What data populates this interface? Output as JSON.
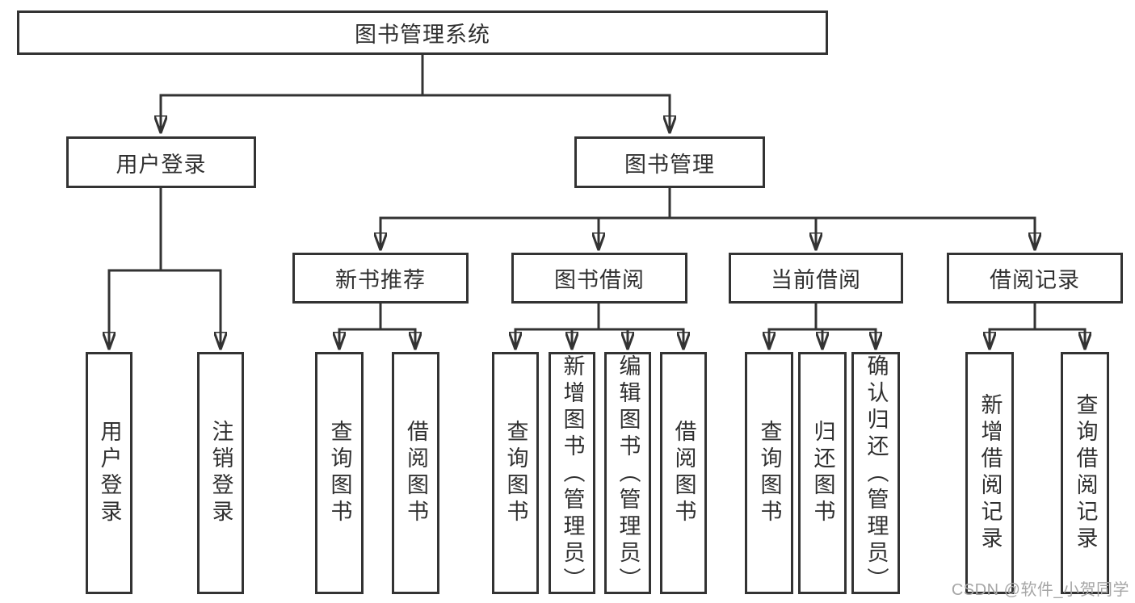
{
  "colors": {
    "line": "#333333",
    "box_border": "#333333",
    "text": "#303030",
    "watermark": "#a6a6a6",
    "background": "#ffffff"
  },
  "watermark": {
    "text": "CSDN @软件_小贺同学"
  },
  "tree": {
    "root": {
      "label": "图书管理系统"
    },
    "branches": [
      {
        "label": "用户登录",
        "children": [
          {
            "label": "用户登录"
          },
          {
            "label": "注销登录"
          }
        ]
      },
      {
        "label": "图书管理",
        "children": [
          {
            "label": "新书推荐",
            "children": [
              {
                "label": "查询图书"
              },
              {
                "label": "借阅图书"
              }
            ]
          },
          {
            "label": "图书借阅",
            "children": [
              {
                "label": "查询图书"
              },
              {
                "label": "新增图书（管理员）"
              },
              {
                "label": "编辑图书（管理员）"
              },
              {
                "label": "借阅图书"
              }
            ]
          },
          {
            "label": "当前借阅",
            "children": [
              {
                "label": "查询图书"
              },
              {
                "label": "归还图书"
              },
              {
                "label": "确认归还（管理员）"
              }
            ]
          },
          {
            "label": "借阅记录",
            "children": [
              {
                "label": "新增借阅记录"
              },
              {
                "label": "查询借阅记录"
              }
            ]
          }
        ]
      }
    ]
  }
}
